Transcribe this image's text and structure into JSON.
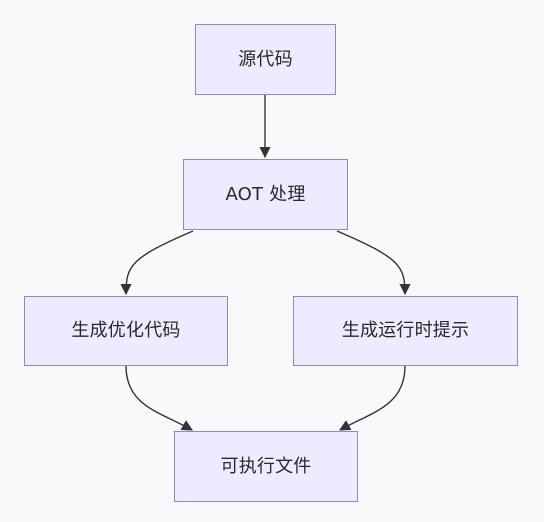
{
  "diagram": {
    "nodes": {
      "source": "源代码",
      "aot": "AOT 处理",
      "optimized": "生成优化代码",
      "hints": "生成运行时提示",
      "executable": "可执行文件"
    },
    "edges": [
      {
        "from": "source",
        "to": "aot"
      },
      {
        "from": "aot",
        "to": "optimized"
      },
      {
        "from": "aot",
        "to": "hints"
      },
      {
        "from": "optimized",
        "to": "executable"
      },
      {
        "from": "hints",
        "to": "executable"
      }
    ],
    "colors": {
      "node_fill": "#ecebff",
      "node_border": "#9f7fd0",
      "edge": "#333333",
      "background": "#f8f9fb"
    }
  }
}
